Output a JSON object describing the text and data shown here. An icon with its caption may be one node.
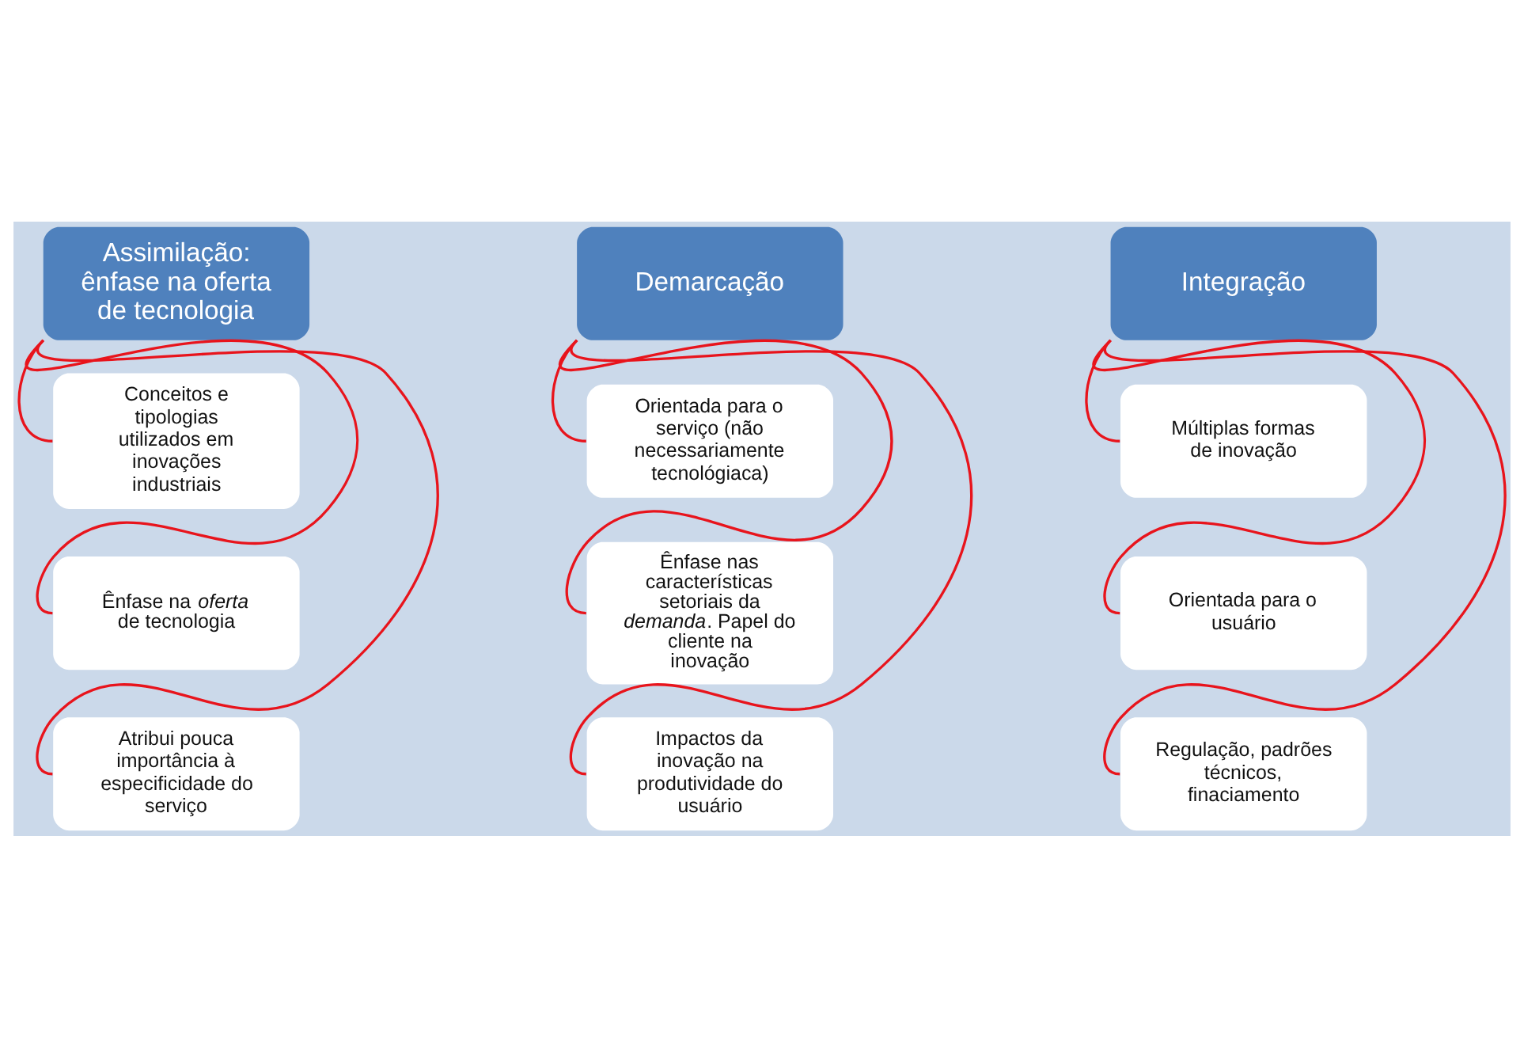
{
  "diagram": {
    "nodes": [
      {
        "text": [
          "Assimilação: ênfase na oferta de tecnologia"
        ]
      },
      {
        "text": [
          "Conceitos e tipologias utilizados em inovações industriais"
        ]
      },
      {
        "text": [
          "Ênfase na *oferta* de tecnologia"
        ]
      },
      {
        "text": [
          "Atribui pouca importância à especificidade do serviço"
        ]
      },
      {
        "text": [
          "Demarcação"
        ]
      },
      {
        "text": [
          "Orientada para o serviço (não necessariamente tecnológiaca)"
        ]
      },
      {
        "text": [
          "Ênfase nas características setoriais da *demanda*. Papel do cliente na inovação"
        ]
      },
      {
        "text": [
          "Impactos da inovação na produtividade do usuário"
        ]
      },
      {
        "text": [
          "Integração"
        ]
      },
      {
        "text": [
          "Múltiplas formas de inovação"
        ]
      },
      {
        "text": [
          "Orientada para o usuário"
        ]
      },
      {
        "text": [
          "Regulação, padrões técnicos, finaciamento"
        ]
      }
    ],
    "edges": [
      {
        "from": 0,
        "to": 1,
        "arrow": "none"
      },
      {
        "from": 0,
        "to": 2,
        "arrow": "none"
      },
      {
        "from": 0,
        "to": 3,
        "arrow": "none"
      },
      {
        "from": 4,
        "to": 5,
        "arrow": "none"
      },
      {
        "from": 4,
        "to": 6,
        "arrow": "none"
      },
      {
        "from": 4,
        "to": 7,
        "arrow": "none"
      },
      {
        "from": 8,
        "to": 9,
        "arrow": "none"
      },
      {
        "from": 8,
        "to": 10,
        "arrow": "none"
      },
      {
        "from": 8,
        "to": 11,
        "arrow": "none"
      }
    ]
  }
}
